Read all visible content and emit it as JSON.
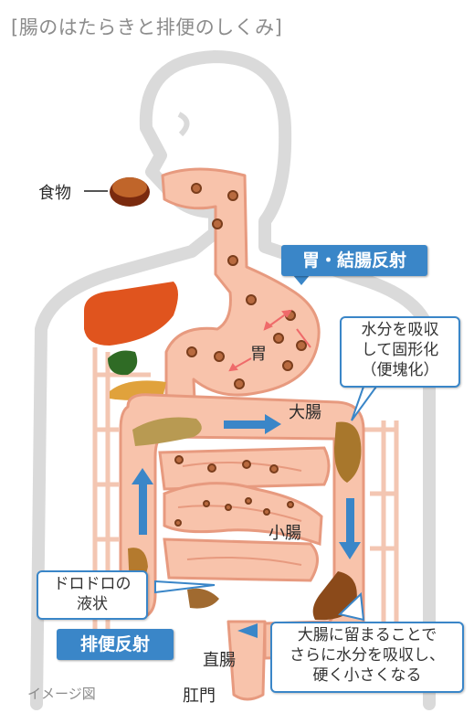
{
  "title": "[腸のはたらきと排便のしくみ]",
  "labels": {
    "food": "食物",
    "stomach": "胃",
    "large_intestine": "大腸",
    "small_intestine": "小腸",
    "rectum": "直腸",
    "anus": "肛門",
    "image_caption": "イメージ図"
  },
  "tags": {
    "gastrocolic_reflex": "胃・結腸反射",
    "defecation_reflex": "排便反射"
  },
  "callouts": {
    "absorb": [
      "水分を吸収",
      "して固形化",
      "（便塊化）"
    ],
    "liquid": [
      "ドロドロの",
      "液状"
    ],
    "harden": [
      "大腸に留まることで",
      "さらに水分を吸収し、",
      "硬く小さくなる"
    ]
  },
  "colors": {
    "accent_blue": "#3a86c8",
    "gut_fill": "#f8c3ab",
    "gut_outline": "#e79a7f",
    "stool_brown": "#8b3f1f",
    "body_outline": "#dadada"
  }
}
